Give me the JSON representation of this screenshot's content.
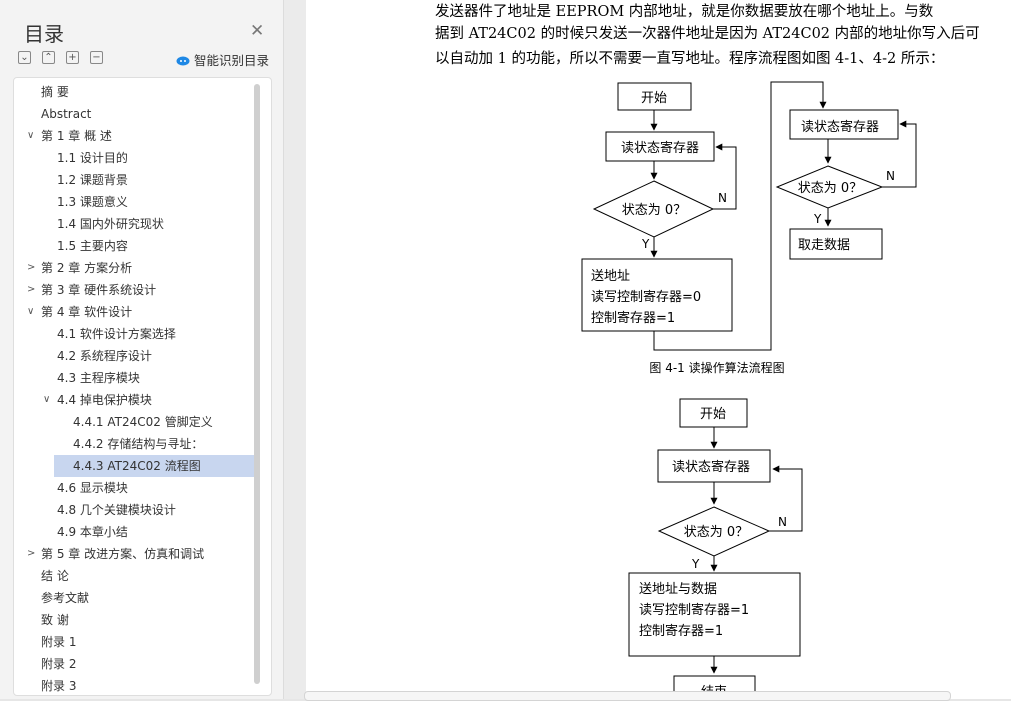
{
  "sidebar": {
    "title": "目录",
    "ai_toc_label": "智能识别目录",
    "toolbar": [
      {
        "name": "collapse-all-button",
        "glyph": "⌄"
      },
      {
        "name": "expand-all-button",
        "glyph": "⌃"
      },
      {
        "name": "add-item-button",
        "glyph": "+"
      },
      {
        "name": "remove-item-button",
        "glyph": "−"
      }
    ],
    "toc": [
      {
        "label": "摘  要",
        "level": 0,
        "arrow": ""
      },
      {
        "label": "Abstract",
        "level": 0,
        "arrow": ""
      },
      {
        "label": "第 1 章  概  述",
        "level": 0,
        "arrow": "down"
      },
      {
        "label": "1.1  设计目的",
        "level": 1,
        "arrow": ""
      },
      {
        "label": "1.2  课题背景",
        "level": 1,
        "arrow": ""
      },
      {
        "label": "1.3  课题意义",
        "level": 1,
        "arrow": ""
      },
      {
        "label": "1.4  国内外研究现状",
        "level": 1,
        "arrow": ""
      },
      {
        "label": "1.5  主要内容",
        "level": 1,
        "arrow": ""
      },
      {
        "label": "第 2 章  方案分析",
        "level": 0,
        "arrow": "right"
      },
      {
        "label": "第 3 章  硬件系统设计",
        "level": 0,
        "arrow": "right"
      },
      {
        "label": "第 4 章  软件设计",
        "level": 0,
        "arrow": "down"
      },
      {
        "label": "4.1  软件设计方案选择",
        "level": 1,
        "arrow": ""
      },
      {
        "label": "4.2  系统程序设计",
        "level": 1,
        "arrow": ""
      },
      {
        "label": "4.3  主程序模块",
        "level": 1,
        "arrow": ""
      },
      {
        "label": "4.4  掉电保护模块",
        "level": 1,
        "arrow": "down"
      },
      {
        "label": "4.4.1 AT24C02 管脚定义",
        "level": 2,
        "arrow": ""
      },
      {
        "label": "4.4.2  存储结构与寻址：",
        "level": 2,
        "arrow": ""
      },
      {
        "label": "4.4.3 AT24C02 流程图",
        "level": 2,
        "arrow": "",
        "selected": true
      },
      {
        "label": "4.6  显示模块",
        "level": 1,
        "arrow": ""
      },
      {
        "label": "4.8  几个关键模块设计",
        "level": 1,
        "arrow": ""
      },
      {
        "label": "4.9 本章小结",
        "level": 1,
        "arrow": ""
      },
      {
        "label": "第 5 章  改进方案、仿真和调试",
        "level": 0,
        "arrow": "right"
      },
      {
        "label": "结  论",
        "level": 0,
        "arrow": ""
      },
      {
        "label": "参考文献",
        "level": 0,
        "arrow": ""
      },
      {
        "label": "致  谢",
        "level": 0,
        "arrow": ""
      },
      {
        "label": "附录 1",
        "level": 0,
        "arrow": ""
      },
      {
        "label": "附录 2",
        "level": 0,
        "arrow": ""
      },
      {
        "label": "附录 3",
        "level": 0,
        "arrow": ""
      }
    ]
  },
  "document": {
    "paragraph": [
      "发送器件了地址是 EEPROM 内部地址，就是你数据要放在哪个地址上。与数",
      "据到 AT24C02 的时候只发送一次器件地址是因为 AT24C02 内部的地址你写入后可",
      "以自动加 1 的功能，所以不需要一直写地址。程序流程图如图 4-1、4-2 所示："
    ],
    "figure1": {
      "caption": "图 4-1  读操作算法流程图",
      "left_start": "开始",
      "left_read_status": "读状态寄存器",
      "left_decision": "状态为 0？",
      "left_no": "N",
      "left_yes": "Y",
      "left_process": [
        "送地址",
        "读写控制寄存器=0",
        "控制寄存器=1"
      ],
      "right_read_status": "读状态寄存器",
      "right_decision": "状态为 0？",
      "right_no": "N",
      "right_yes": "Y",
      "right_fetch": "取走数据"
    },
    "figure2": {
      "start": "开始",
      "read_status": "读状态寄存器",
      "decision": "状态为 0？",
      "no": "N",
      "yes": "Y",
      "process": [
        "送地址与数据",
        "读写控制寄存器=1",
        "控制寄存器=1"
      ],
      "end": "结束"
    }
  }
}
